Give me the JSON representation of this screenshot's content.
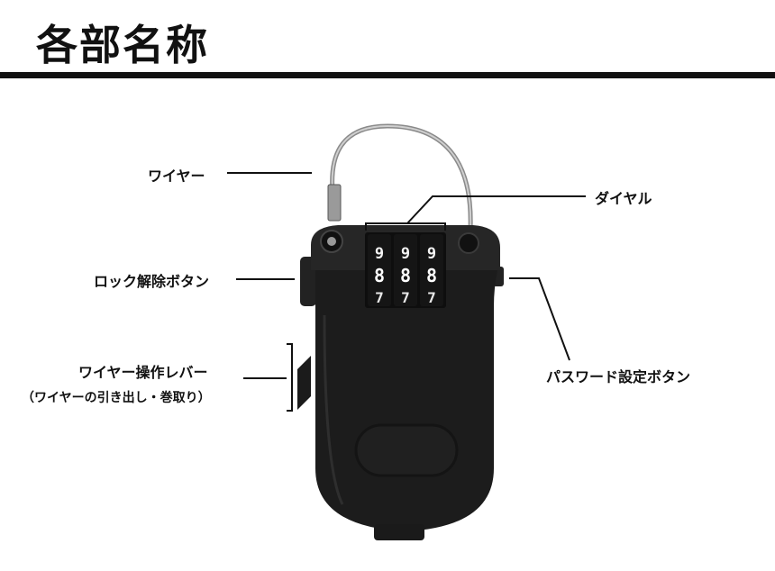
{
  "header": {
    "title": "各部名称"
  },
  "callouts": {
    "wire": "ワイヤー",
    "dial": "ダイヤル",
    "unlock_button": "ロック解除ボタン",
    "lever": "ワイヤー操作レバー",
    "lever_note": "（ワイヤーの引き出し・巻取り）",
    "password_button": "パスワード設定ボタン"
  },
  "dials": {
    "top_row": [
      "9",
      "9",
      "9"
    ],
    "middle_row": [
      "8",
      "8",
      "8"
    ],
    "bottom_row": [
      "7",
      "7",
      "7"
    ]
  }
}
